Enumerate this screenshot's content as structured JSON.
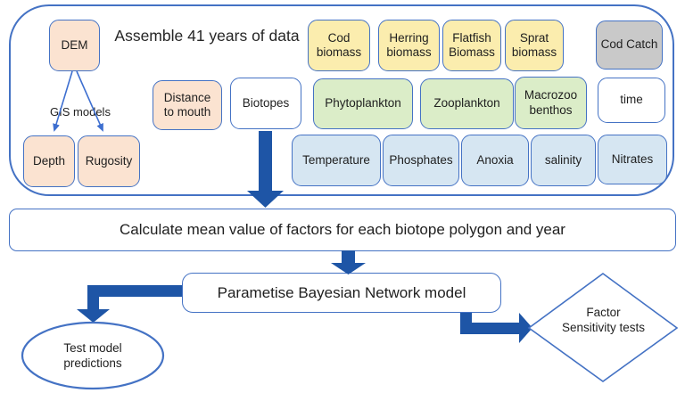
{
  "diagram": {
    "title": "Assemble 41 years of data",
    "stage1": {
      "dem": "DEM",
      "gis_models": "GIS models",
      "depth": "Depth",
      "rugosity": "Rugosity",
      "distance_to_mouth": "Distance to mouth",
      "biotopes": "Biotopes",
      "cod_biomass": "Cod biomass",
      "herring_biomass": "Herring biomass",
      "flatfish_biomass": "Flatfish Biomass",
      "sprat_biomass": "Sprat biomass",
      "cod_catch": "Cod Catch",
      "phytoplankton": "Phytoplankton",
      "zooplankton": "Zooplankton",
      "macrozoo_benthos": "Macrozoo benthos",
      "time": "time",
      "temperature": "Temperature",
      "phosphates": "Phosphates",
      "anoxia": "Anoxia",
      "salinity": "salinity",
      "nitrates": "Nitrates"
    },
    "stage2": {
      "calculate": "Calculate mean value of factors for each biotope polygon and year"
    },
    "stage3": {
      "parametise": "Parametise Bayesian Network model"
    },
    "stage4": {
      "test_model": "Test model predictions",
      "factor_sensitivity": "Factor Sensitivity tests"
    },
    "colors": {
      "box_border": "#4472c4",
      "arrow_blue": "#1e55a6",
      "peach": "#fbe3d1",
      "yellow": "#fbedae",
      "green": "#dbedc8",
      "light_blue": "#d6e6f2",
      "gray": "#c9c9c9",
      "white": "#ffffff",
      "text": "#1f1f1f"
    }
  }
}
